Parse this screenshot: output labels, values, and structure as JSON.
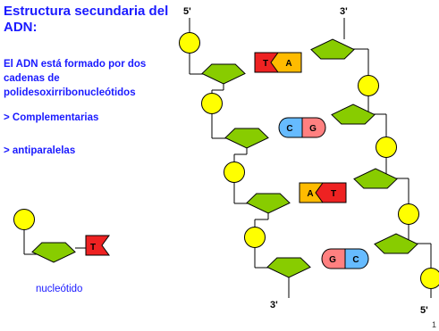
{
  "title": "Estructura secundaria del ADN:",
  "description": "El ADN está formado por dos cadenas de polidesoxirribonucleótidos",
  "bullets": [
    "> Complementarias",
    "> antiparalelas"
  ],
  "nucleotide_label": "nucleótido",
  "page_number": "1",
  "strand_labels": {
    "left_top": "5'",
    "right_top": "3'",
    "left_bottom": "3'",
    "right_bottom": "5'"
  },
  "base_pairs": [
    {
      "left": "T",
      "right": "A",
      "left_color": "#ee2222",
      "right_color": "#ffbb00"
    },
    {
      "left": "C",
      "right": "G",
      "left_color": "#66bbff",
      "right_color": "#ff8080"
    },
    {
      "left": "A",
      "right": "T",
      "left_color": "#ffbb00",
      "right_color": "#ee2222"
    },
    {
      "left": "G",
      "right": "C",
      "left_color": "#ff8080",
      "right_color": "#66bbff"
    }
  ],
  "nucleotide_base": "T",
  "colors": {
    "text": "#1a1aff",
    "phosphate": "#ffff00",
    "sugar": "#88cc00",
    "outline": "#000000"
  }
}
